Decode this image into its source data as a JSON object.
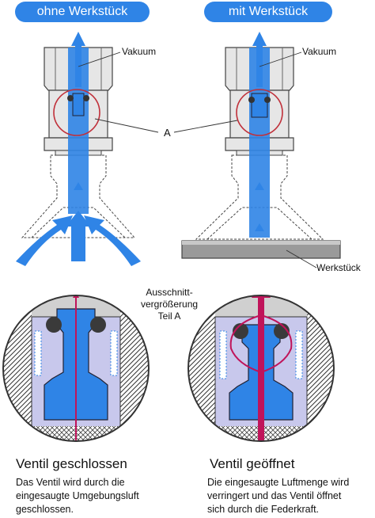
{
  "headers": {
    "left": "ohne Werkstück",
    "right": "mit Werkstück"
  },
  "labels": {
    "vakuum_left": "Vakuum",
    "vakuum_right": "Vakuum",
    "detail_marker": "A",
    "werkstueck": "Werkstück",
    "zoom_caption": [
      "Ausschnitt-",
      "vergrößerung",
      "Teil A"
    ]
  },
  "captions": {
    "closed": {
      "title": "Ventil geschlossen",
      "text": [
        "Das Ventil wird durch die",
        "eingesaugte Umgebungsluft",
        "geschlossen."
      ]
    },
    "open": {
      "title": "Ventil geöffnet",
      "text": [
        "Die eingesaugte Luftmenge wird",
        "verringert und das Ventil öffnet",
        "sich durch die Federkraft."
      ]
    }
  },
  "colors": {
    "badge": "#2f84e6",
    "air_flow": "#2f84e6",
    "valve_body": "#c8c8ec",
    "flow_path": "#c0145a",
    "detail_circle": "#c0303a"
  }
}
